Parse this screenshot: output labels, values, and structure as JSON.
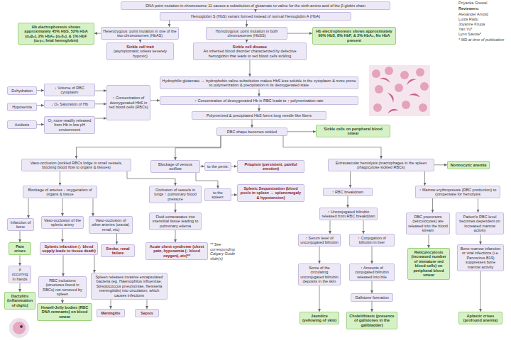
{
  "diagram": {
    "nodes": [
      {
        "text": [
          "DNA point mutation in chromosome 11 causes a substitution of glutamate to valine for the sixth amino acid of the β-globin chain"
        ]
      },
      {
        "text": [
          "Hemoglobin S (HbS) variant formed instead of normal Hemoglobin A (HbA)"
        ]
      },
      {
        "text": [
          "Hb electrophoresis shows approximately 45% HbS, 52% HbA (α₂β₂), 2% HbA₂ (α₂δ₂), & 1% HbF (α₂γ₂; fetal hemoglobin)"
        ]
      },
      {
        "text": [
          "Heterozygous: point mutation in one of the two chromosomes (HbAS)"
        ]
      },
      {
        "text": [
          "Sickle cell trait",
          "(asymptomatic unless severely hypoxic)"
        ]
      },
      {
        "text": [
          "Homozygous: point mutation in both chromosomes (HbSS)"
        ]
      },
      {
        "text": [
          "Sickle cell disease",
          "An inherited blood disorder characterized by defective hemoglobin that leads to red blood cells sickling"
        ]
      },
      {
        "text": [
          "Hb electrophoresis shows approximately 90% HbS, 8% HbF, & 2% HbA₂, No HbA present"
        ]
      },
      {
        "text": [
          "Dehydration"
        ]
      },
      {
        "text": [
          "↓ Volume of RBC cytoplasm"
        ]
      },
      {
        "text": [
          "Hypoxemia"
        ]
      },
      {
        "text": [
          "↓ O₂ Saturation of Hb"
        ]
      },
      {
        "text": [
          "Acidosis"
        ]
      },
      {
        "text": [
          "O₂ more readily released from Hb in low pH environment"
        ]
      },
      {
        "text": [
          "↑ Concentration of deoxygenated HbS in red blood cells (RBCs)"
        ]
      },
      {
        "text": [
          "Hydrophilic glutamate → hydrophobic valine substitution makes HbS less soluble in the cytoplasm & more prone to polymerization & precipitation in its deoxygenated state"
        ]
      },
      {
        "text": [
          "↑ Concentration of deoxygenated Hb in RBC leads to ↑ polymerization rate"
        ]
      },
      {
        "text": [
          "Polymerized & precipitated HbS forms long needle-like fibers"
        ]
      },
      {
        "text": [
          "RBC shape becomes sickled"
        ]
      },
      {
        "text": [
          "Sickle cells on peripheral blood smear"
        ]
      },
      {
        "text": [
          "Vaso-occlusion (sickled RBCs lodge in small vessels, blocking blood flow to organs & tissues)"
        ]
      },
      {
        "text": [
          "Blockage of venous outflow"
        ]
      },
      {
        "text": [
          "to the penis:"
        ]
      },
      {
        "text": [
          "Priapism (persistent, painful erection)"
        ]
      },
      {
        "text": [
          "Extravascular hemolysis (macrophages in the spleen phagocytose sickled RBCs)"
        ]
      },
      {
        "text": [
          "Normocytic anemia"
        ]
      },
      {
        "text": [
          "Blockage of arteries ↓ oxygenation of organs & tissue"
        ]
      },
      {
        "text": [
          "Occlusion of vessels in lungs ↑ pulmonary blood pressure"
        ]
      },
      {
        "text": [
          "to the spleen:"
        ]
      },
      {
        "text": [
          "Splenic Sequestration (blood pools in spleen → splenomegaly & hypotension)"
        ]
      },
      {
        "text": [
          "↑ RBC breakdown"
        ]
      },
      {
        "text": [
          "↑ Marrow erythropoiesis (RBC production) to compensate for hemolysis"
        ]
      },
      {
        "text": [
          "Infarction of bone"
        ]
      },
      {
        "text": [
          "Vaso-occlusion of the splenic artery"
        ]
      },
      {
        "text": [
          "Vaso-occlusion of other arteries (cranial, renal, etc)"
        ]
      },
      {
        "text": [
          "Fluid extravasates into interstitial tissue leading to pulmonary edema"
        ]
      },
      {
        "text": [
          "↑ Unconjugated bilirubin released from RBC breakdown"
        ]
      },
      {
        "text": [
          "RBC precursors (reticulocytes) are released into the blood stream"
        ]
      },
      {
        "text": [
          "Patient's RBC level becomes dependent on increased marrow activity"
        ]
      },
      {
        "text": [
          "Pain crises"
        ]
      },
      {
        "text": [
          "Splenic infarction (↓ blood supply leads to tissue death)"
        ]
      },
      {
        "text": [
          "Stroke, renal failure"
        ]
      },
      {
        "text": [
          "Acute chest syndrome (chest pain, hypoxemia (↓ blood oxygen), etc)**"
        ]
      },
      {
        "text": [
          "↑ Serum level of unconjugated bilirubin"
        ]
      },
      {
        "text": [
          "↑ Conjugation of bilirubin in liver"
        ]
      },
      {
        "text": [
          "Reticulocytosis (increased number of immature red blood cells) on peripheral blood smear"
        ]
      },
      {
        "text": [
          "Bone marrow infarction or viral infections (i.e. Parvovirus B19) suppresses bone marrow activity"
        ]
      },
      {
        "text": [
          "If occurring in hands"
        ]
      },
      {
        "text": [
          "RBC inclusions (structures found in RBCs) not removed by spleen"
        ]
      },
      {
        "text": [
          "Spleen releases invasive encapsulated bacteria (eg. Haemophilus influenzae, Streptococcus pneumoniae, Neisseria meningitidis) into circulation, which causes infections"
        ]
      },
      {
        "text": [
          "Some of the circulating unconjugated bilirubin deposits in the skin"
        ]
      },
      {
        "text": [
          "↑ Amounts of conjugated bilirubin released into bile"
        ]
      },
      {
        "text": [
          "Dactylitis (inflammation of digits)"
        ]
      },
      {
        "text": [
          "Howell-Jolly bodies (RBC DNA remnants) on blood smear"
        ]
      },
      {
        "text": [
          "Meningitis"
        ]
      },
      {
        "text": [
          "Sepsis"
        ]
      },
      {
        "text": [
          "Jaundice (yellowing of skin)"
        ]
      },
      {
        "text": [
          "Gallstone formation"
        ]
      },
      {
        "text": [
          "Cholelithiasis (presence of gallstones in the gallbladder)"
        ]
      },
      {
        "text": [
          "Aplastic crises (profound anemia)"
        ]
      }
    ],
    "edges": [
      {
        "from": 0,
        "to": 1,
        "arrow": "to"
      },
      {
        "from": 1,
        "to": 3,
        "arrow": "to"
      },
      {
        "from": 1,
        "to": 5,
        "arrow": "to"
      },
      {
        "from": 3,
        "to": 2,
        "arrow": "to"
      },
      {
        "from": 3,
        "to": 4,
        "arrow": "to"
      },
      {
        "from": 5,
        "to": 6,
        "arrow": "to"
      },
      {
        "from": 5,
        "to": 7,
        "arrow": "to"
      },
      {
        "from": 8,
        "to": 9,
        "arrow": "to"
      },
      {
        "from": 10,
        "to": 11,
        "arrow": "to"
      },
      {
        "from": 12,
        "to": 13,
        "arrow": "to"
      },
      {
        "from": 9,
        "to": 14,
        "arrow": "to"
      },
      {
        "from": 11,
        "to": 14,
        "arrow": "to"
      },
      {
        "from": 13,
        "to": 14,
        "arrow": "to"
      },
      {
        "from": 6,
        "to": 15,
        "arrow": "to"
      },
      {
        "from": 15,
        "to": 16,
        "arrow": "to"
      },
      {
        "from": 14,
        "to": 16,
        "arrow": "to"
      },
      {
        "from": 16,
        "to": 17,
        "arrow": "to"
      },
      {
        "from": 17,
        "to": 18,
        "arrow": "to"
      },
      {
        "from": 18,
        "to": 19,
        "arrow": "to"
      },
      {
        "from": 18,
        "to": 20,
        "arrow": "to"
      },
      {
        "from": 18,
        "to": 21,
        "arrow": "to"
      },
      {
        "from": 18,
        "to": 24,
        "arrow": "to"
      },
      {
        "from": 21,
        "to": 22,
        "arrow": "to"
      },
      {
        "from": 22,
        "to": 23,
        "arrow": "to"
      },
      {
        "from": 24,
        "to": 25,
        "arrow": "to"
      },
      {
        "from": 20,
        "to": 26,
        "arrow": "to"
      },
      {
        "from": 20,
        "to": 27,
        "arrow": "to"
      },
      {
        "from": 21,
        "to": 28,
        "arrow": "to"
      },
      {
        "from": 28,
        "to": 29,
        "arrow": "to"
      },
      {
        "from": 24,
        "to": 30,
        "arrow": "to"
      },
      {
        "from": 24,
        "to": 31,
        "arrow": "to"
      },
      {
        "from": 26,
        "to": 32,
        "arrow": "to"
      },
      {
        "from": 26,
        "to": 33,
        "arrow": "to"
      },
      {
        "from": 26,
        "to": 34,
        "arrow": "to"
      },
      {
        "from": 27,
        "to": 35,
        "arrow": "to"
      },
      {
        "from": 30,
        "to": 36,
        "arrow": "to"
      },
      {
        "from": 31,
        "to": 37,
        "arrow": "to"
      },
      {
        "from": 31,
        "to": 38,
        "arrow": "to"
      },
      {
        "from": 32,
        "to": 39,
        "arrow": "to"
      },
      {
        "from": 33,
        "to": 40,
        "arrow": "to"
      },
      {
        "from": 34,
        "to": 41,
        "arrow": "to"
      },
      {
        "from": 35,
        "to": 42,
        "arrow": "to"
      },
      {
        "from": 36,
        "to": 43,
        "arrow": "to"
      },
      {
        "from": 36,
        "to": 44,
        "arrow": "to"
      },
      {
        "from": 37,
        "to": 45,
        "arrow": "to"
      },
      {
        "from": 38,
        "to": 46,
        "arrow": "to"
      },
      {
        "from": 39,
        "to": 47,
        "arrow": "to"
      },
      {
        "from": 40,
        "to": 48,
        "arrow": "to"
      },
      {
        "from": 40,
        "to": 49,
        "arrow": "to"
      },
      {
        "from": 43,
        "to": 50,
        "arrow": "to"
      },
      {
        "from": 44,
        "to": 51,
        "arrow": "to"
      },
      {
        "from": 47,
        "to": 52,
        "arrow": "to"
      },
      {
        "from": 48,
        "to": 53,
        "arrow": "to"
      },
      {
        "from": 49,
        "to": 54,
        "arrow": "to"
      },
      {
        "from": 49,
        "to": 55,
        "arrow": "to"
      },
      {
        "from": 50,
        "to": 56,
        "arrow": "to"
      },
      {
        "from": 51,
        "to": 57,
        "arrow": "to"
      },
      {
        "from": 57,
        "to": 58,
        "arrow": "to"
      },
      {
        "from": 46,
        "to": 59,
        "arrow": "to"
      }
    ],
    "labels": [
      "Priyanka Grewal",
      "Reviewers:",
      "Alexander Arnold",
      "Luiza Radu",
      "Joyanne Krupa",
      "Yan Yu*",
      "Lynn Savoie*",
      "* MD at time of publication",
      "** See corresponding Calgary Guide slide(s)"
    ]
  }
}
